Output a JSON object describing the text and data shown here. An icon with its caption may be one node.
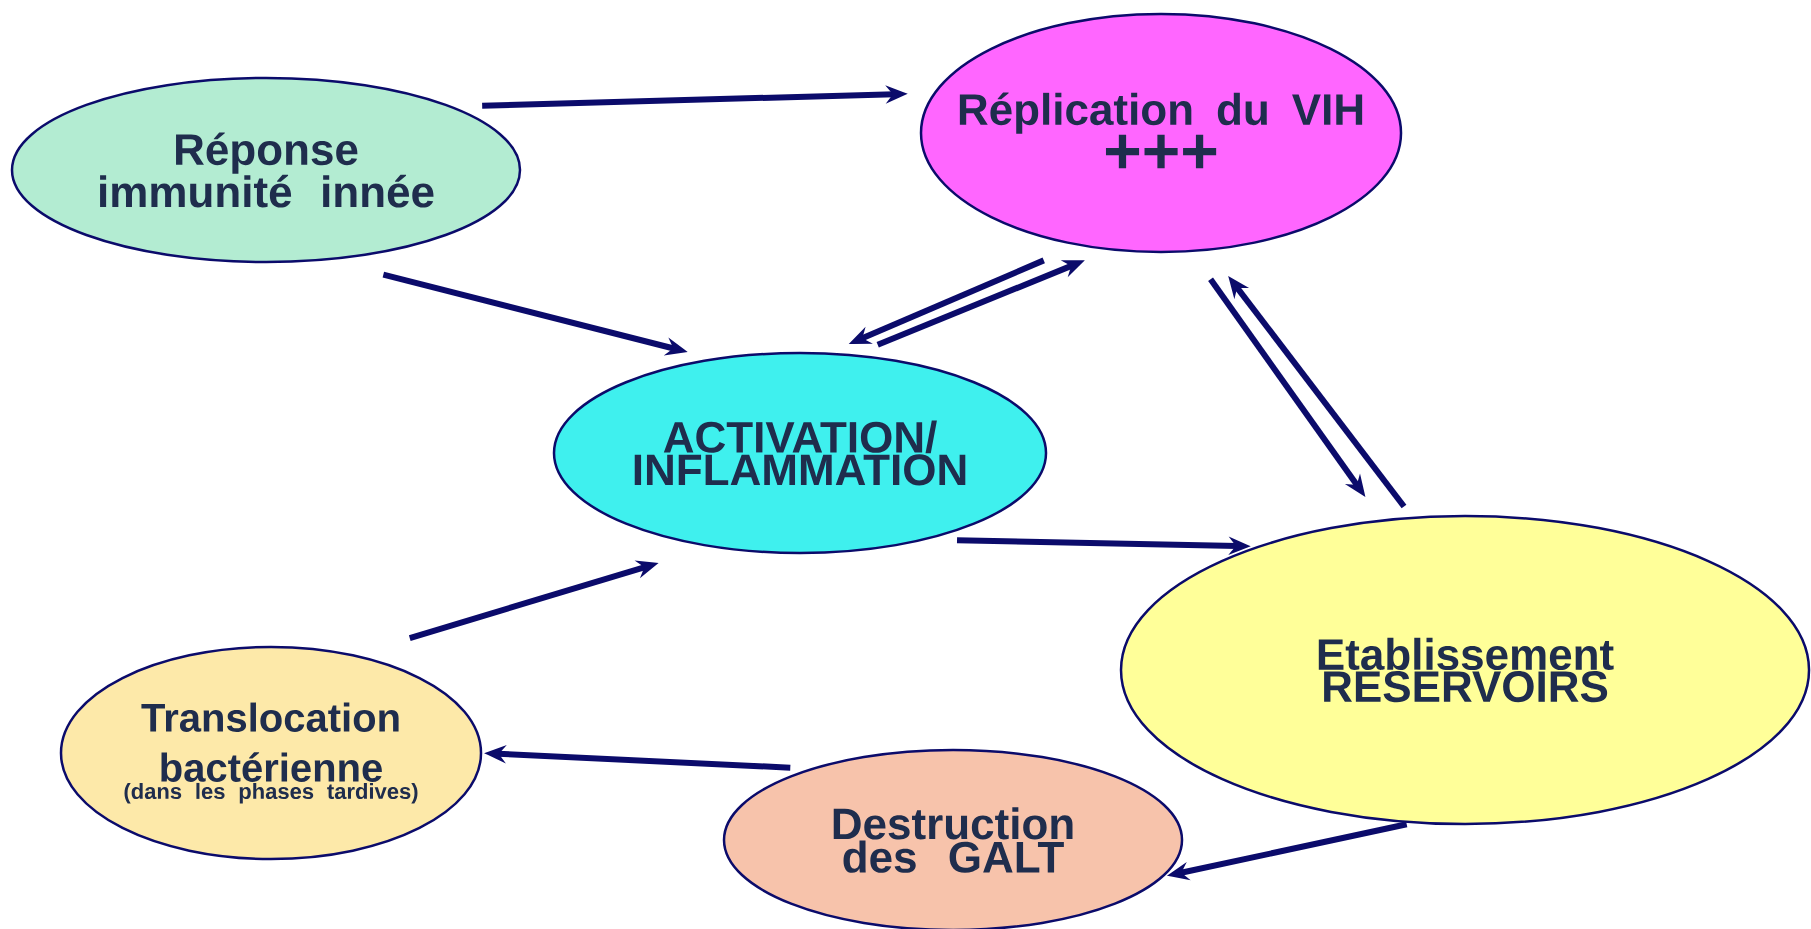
{
  "diagram": {
    "nodes": [
      {
        "text": [
          "Réponse immunité innée"
        ]
      },
      {
        "text": [
          "Réplication du VIH",
          "+++"
        ]
      },
      {
        "text": [
          "ACTIVATION/ INFLAMMATION"
        ]
      },
      {
        "text": [
          "Etablissement RESERVOIRS"
        ]
      },
      {
        "text": [
          "Destruction des GALT"
        ]
      },
      {
        "text": [
          "Translocation bactérienne",
          "(dans les phases tardives)"
        ]
      }
    ],
    "edges": [
      {
        "from": 0,
        "to": 1,
        "arrow": "to"
      },
      {
        "from": 0,
        "to": 2,
        "arrow": "to"
      },
      {
        "from": 1,
        "to": 2,
        "arrow": "to"
      },
      {
        "from": 2,
        "to": 1,
        "arrow": "to"
      },
      {
        "from": 1,
        "to": 3,
        "arrow": "to"
      },
      {
        "from": 3,
        "to": 1,
        "arrow": "to"
      },
      {
        "from": 2,
        "to": 3,
        "arrow": "to"
      },
      {
        "from": 3,
        "to": 4,
        "arrow": "to"
      },
      {
        "from": 4,
        "to": 5,
        "arrow": "to"
      },
      {
        "from": 5,
        "to": 2,
        "arrow": "to"
      }
    ]
  }
}
